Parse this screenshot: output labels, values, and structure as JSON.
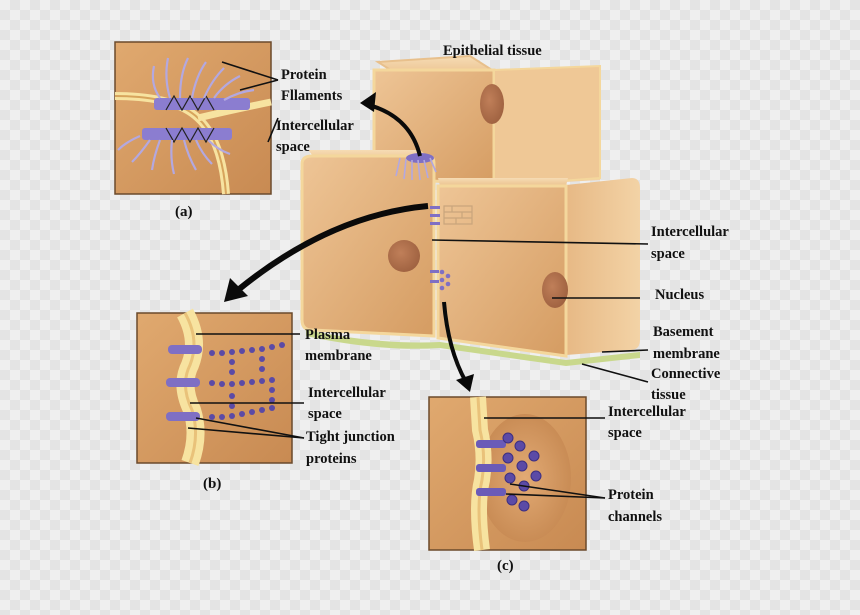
{
  "title": "Epithelial tissue",
  "panels": {
    "a": {
      "caption": "(a)"
    },
    "b": {
      "caption": "(b)"
    },
    "c": {
      "caption": "(c)"
    }
  },
  "labels": {
    "protein_filaments_1": "Protein",
    "protein_filaments_2": "Fllaments",
    "a_intercellular_1": "Intercellular",
    "a_intercellular_2": "space",
    "main_intercellular_1": "Intercellular",
    "main_intercellular_2": "space",
    "nucleus": "Nucleus",
    "basement_1": "Basement",
    "basement_2": "membrane",
    "connective_1": "Connective",
    "connective_2": "tissue",
    "plasma_1": "Plasma",
    "plasma_2": "membrane",
    "b_intercellular_1": "Intercellular",
    "b_intercellular_2": "space",
    "tight_1": "Tight junction",
    "tight_2": "proteins",
    "c_intercellular_1": "Intercellular",
    "c_intercellular_2": "space",
    "channels_1": "Protein",
    "channels_2": "channels"
  },
  "colors": {
    "cell_face": "#e3b27c",
    "cell_light": "#f1cfa0",
    "cell_dark": "#c98d55",
    "membrane": "#f7e3a0",
    "protein": "#7f6fc4",
    "nucleus": "#b0724d",
    "basement": "#c9d88c"
  }
}
